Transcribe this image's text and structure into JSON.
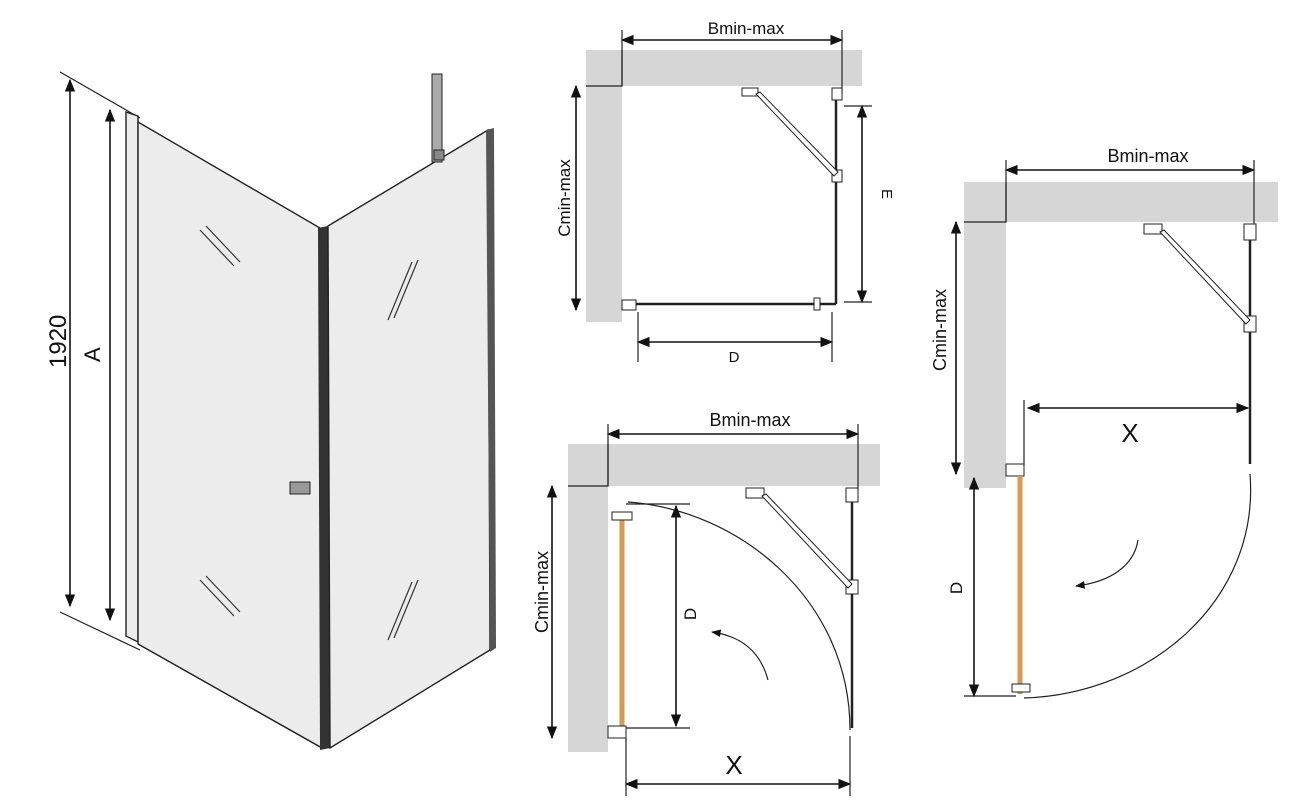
{
  "iso": {
    "height_label": "1920",
    "a_label": "A"
  },
  "top_view": {
    "b_label": "Bmin-max",
    "c_label": "Cmin-max",
    "d_label": "D",
    "e_label": "E"
  },
  "bottom_view": {
    "b_label": "Bmin-max",
    "c_label": "Cmin-max",
    "d_label": "D",
    "x_label": "X"
  },
  "right_view": {
    "b_label": "Bmin-max",
    "c_label": "Cmin-max",
    "d_label": "D",
    "x_label": "X"
  },
  "colors": {
    "wall": "#d6d6d6",
    "door_edge": "#d99a4e"
  }
}
